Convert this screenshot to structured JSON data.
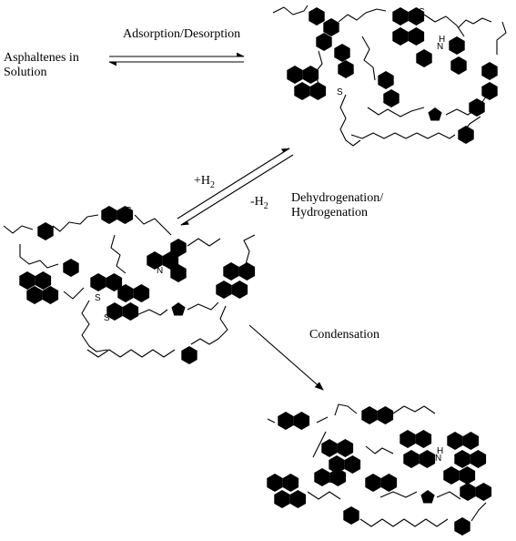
{
  "labels": {
    "solution": "Asphaltenes in\nSolution",
    "adsorption": "Adsorption/Desorption",
    "hydrogen_plus": "+H2",
    "hydrogen_minus": "-H2",
    "dehydrogenation": "Dehydrogenation/\nHydrogenation",
    "condensation": "Condensation"
  },
  "heteroatoms": {
    "sulfur": "S",
    "nitrogen_h": "H\nN"
  }
}
